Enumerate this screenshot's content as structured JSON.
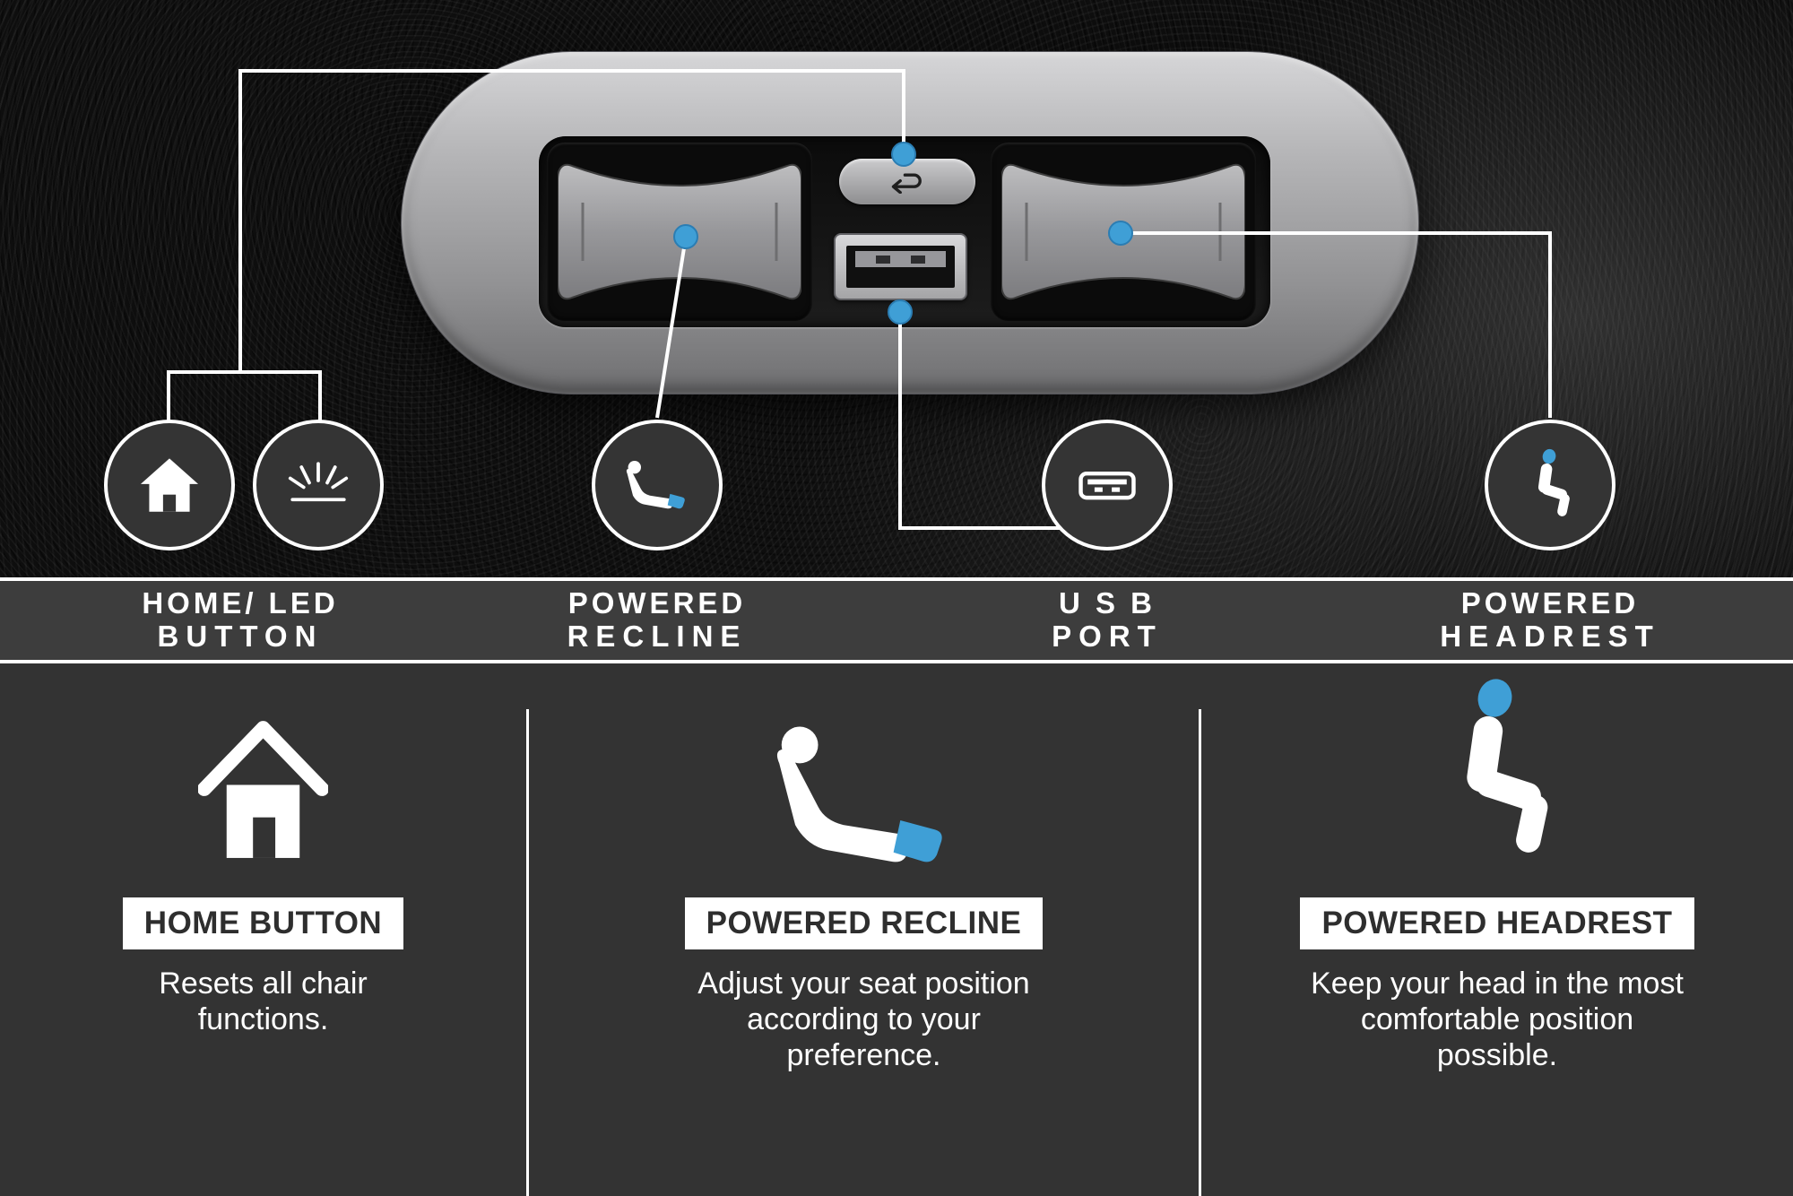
{
  "colors": {
    "accent_blue": "#3f9fd6",
    "line_white": "#ffffff",
    "band_bg": "#3d3d3d",
    "bottom_bg": "#333333",
    "panel_silver": "#b7b7b9",
    "heading_bg": "#ffffff",
    "heading_text": "#2e2e2e"
  },
  "hero": {
    "panel": {
      "name": "chair-control-panel",
      "controls": [
        "recline-rocker-switch",
        "home-reset-button",
        "usb-port",
        "headrest-rocker-switch"
      ]
    },
    "callouts": [
      {
        "icons": [
          "home-icon",
          "led-icon"
        ],
        "label_line1": "HOME/ LED",
        "label_line2": "BUTTON"
      },
      {
        "icons": [
          "recline-chair-icon"
        ],
        "label_line1": "POWERED",
        "label_line2": "RECLINE"
      },
      {
        "icons": [
          "usb-icon"
        ],
        "label_line1": "U S B",
        "label_line2": "PORT"
      },
      {
        "icons": [
          "headrest-chair-icon"
        ],
        "label_line1": "POWERED",
        "label_line2": "HEADREST"
      }
    ]
  },
  "features": [
    {
      "icon": "home-icon",
      "title": "HOME BUTTON",
      "description": "Resets all chair functions."
    },
    {
      "icon": "recline-chair-icon",
      "title": "POWERED RECLINE",
      "description": "Adjust your seat position according to your preference."
    },
    {
      "icon": "headrest-chair-icon",
      "title": "POWERED HEADREST",
      "description": "Keep your head in the most comfortable position possible."
    }
  ]
}
